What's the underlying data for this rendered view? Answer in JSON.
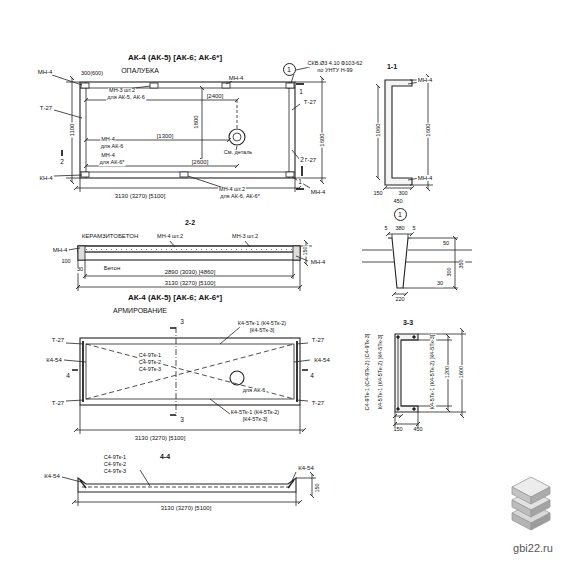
{
  "diagram": {
    "nodes": [
      {
        "text": [
          "1"
        ]
      },
      {
        "text": [
          "1"
        ]
      }
    ],
    "labels": [
      "АК-4 (АК-5) [АК-6; АК-6*]",
      "ОПАЛУБКА",
      "МН-4",
      "300(600)",
      "МН-3 шт.2",
      "для АК-5, АК-6",
      "[2400]",
      "МН-4",
      "1800",
      "[1300]",
      "СКВ.Ø3 4.10 Ф103-62",
      "по УНТУ Н-99",
      "Т-27",
      "1100",
      "МН-4",
      "для АК-6",
      "МН-4",
      "для АК-6*",
      "См. деталь",
      "Т-27",
      "1600",
      "Т-27",
      "КН-4",
      "[2600]",
      "3130 (3270) [5100]",
      "МН-4 шт.2",
      "для АК-6, АК-6*",
      "2",
      "2",
      "1",
      "1",
      "МН-4",
      "1-1",
      "МН-4",
      "1060",
      "1600",
      "МН-4",
      "150",
      "300",
      "450",
      "5",
      "380",
      "5",
      "50",
      "350",
      "300",
      "30",
      "220",
      "2-2",
      "КЕРАМЗИТОБЕТОН",
      "МН-4 шт.2",
      "МН-3 шт.2",
      "МН-4",
      "МН-4",
      "Бетон",
      "100",
      "30",
      "2890 (3030) [4860]",
      "3130 (3270) [5100]",
      "150",
      "АК-4 (АК-5) [АК-6; АК-6*]",
      "АРМИРОВАНИЕ",
      "3",
      "3",
      "К4-5Тк-1 (К4-5Тк-2)",
      "[К4-5Тк-3]",
      "Т-27",
      "К4-54",
      "4",
      "Т-27",
      "С4-9Тк-1",
      "С4-9Тк-2",
      "С4-9Тк-3",
      "для АК-6",
      "Т-27",
      "К4-54",
      "4",
      "Т-27",
      "К4-5Тк-1 (К4-5Тк-2)",
      "[К4-5Тк-3]",
      "3130 (3270) [5100]",
      "3-3",
      "С4-9Тк-1 (С4-9Тк-2) [С4-9Тк-3]",
      "К4-5Тк-1 (К4-5Тк-2) [К4-5Тк-3]",
      "К4-5Тк-1 (К4-5Тк-2) [К4-5Тк-3]",
      "1200",
      "1600",
      "150",
      "450",
      "4-4",
      "К4-54",
      "С4-9Тк-1",
      "С4-9Тк-2",
      "С4-9Тк-3",
      "К4-54",
      "150",
      "3130 (3270) [5100]",
      "gbi22.ru"
    ]
  }
}
